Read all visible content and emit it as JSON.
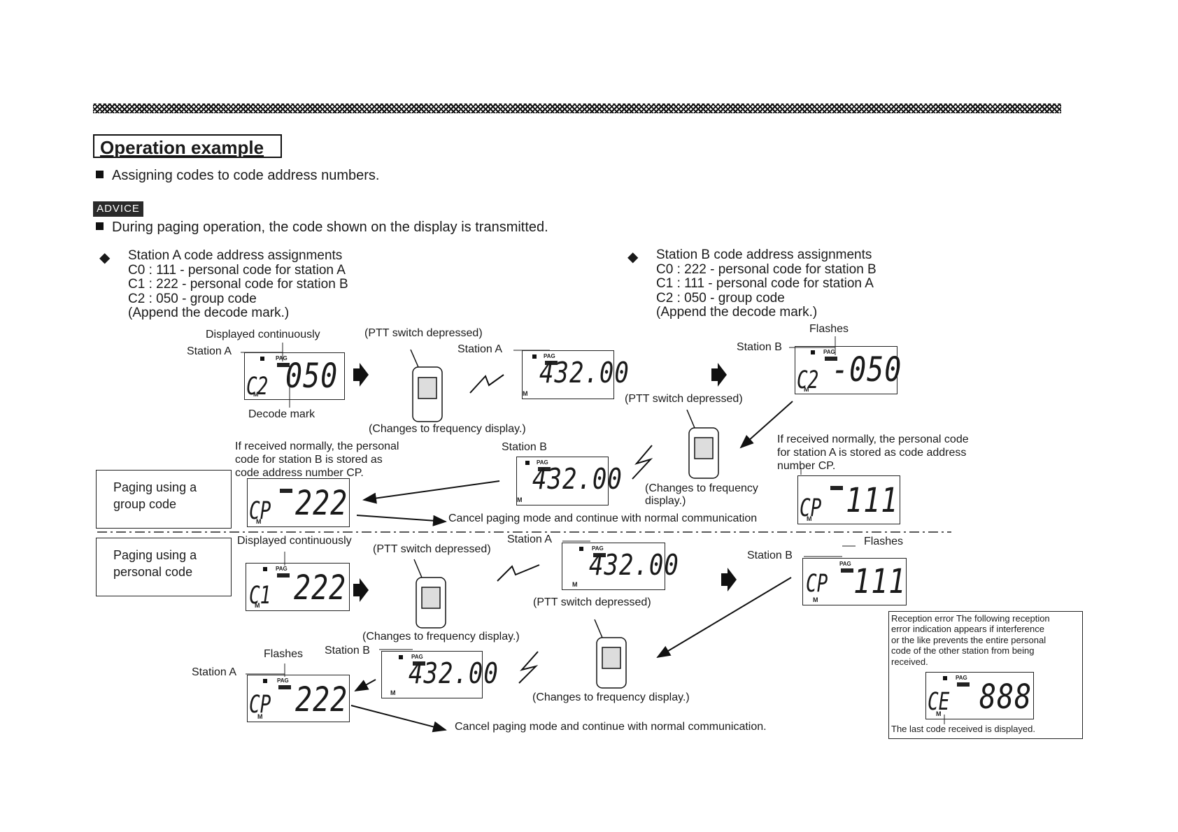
{
  "header": {
    "title": "Operation example"
  },
  "intro": {
    "assigning": "Assigning codes to code address numbers."
  },
  "advice": {
    "label": "ADVICE",
    "text": "During paging operation, the code shown on the display is transmitted."
  },
  "station_a": {
    "heading": "Station A code address assignments",
    "lines": [
      "C0 : 111 - personal code for station A",
      "C1   : 222 - personal code for station B",
      "C2 : 050 - group code",
      "(Append the decode mark.)"
    ]
  },
  "station_b": {
    "heading": "Station B code address assignments",
    "lines": [
      "C0 : 222 - personal code for station B",
      "C1   : 111 - personal code for station A",
      "C2 : 050 - group code",
      "(Append the decode mark.)"
    ]
  },
  "labels": {
    "displayed_continuously": "Displayed continuously",
    "station_a": "Station A",
    "station_b": "Station B",
    "decode_mark": "Decode mark",
    "ptt_depressed": "(PTT switch depressed)",
    "changes_freq": "(Changes to frequency display.)",
    "changes_freq_split_1": "(Changes to frequency",
    "changes_freq_split_2": "display.)",
    "flashes": "Flashes",
    "received_b_1": "If received normally, the personal",
    "received_b_2": "code for station B is stored as",
    "received_b_3": "code address number CP.",
    "received_a_1": "If received normally, the personal code",
    "received_a_2": "for station A is stored as code address",
    "received_a_3": "number CP.",
    "cancel": "Cancel paging mode and continue with normal communication.",
    "cancel_short": "Cancel paging mode and continue with normal communication"
  },
  "boxes": {
    "group_1": "Paging using a",
    "group_2": "group code",
    "personal_1": "Paging using a",
    "personal_2": "personal code"
  },
  "lcd": {
    "pag": "PAG",
    "m": "M",
    "c2": "C2",
    "v050": "050",
    "vneg050": "-050",
    "freq": "432.00",
    "cp": "CP",
    "v222": "222",
    "v111": "111",
    "c1": "C1",
    "ce": "CE",
    "v888": "888"
  },
  "error": {
    "text_1": "Reception error The following reception",
    "text_2": "error indication appears if interference",
    "text_3": "or the like prevents the entire personal",
    "text_4": "code of the other station from being",
    "text_5": "received.",
    "footer": "The last code received is displayed."
  }
}
